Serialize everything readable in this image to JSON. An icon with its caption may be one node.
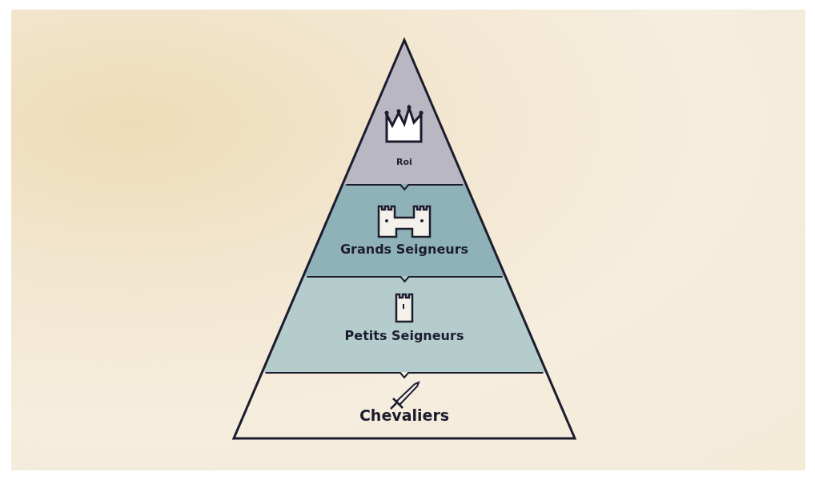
{
  "diagram": {
    "nodes": [
      {
        "text": [
          "Roi"
        ]
      },
      {
        "text": [
          "Grands Seigneurs"
        ]
      },
      {
        "text": [
          "Petits Seigneurs"
        ]
      },
      {
        "text": [
          "Chevaliers"
        ]
      }
    ]
  }
}
